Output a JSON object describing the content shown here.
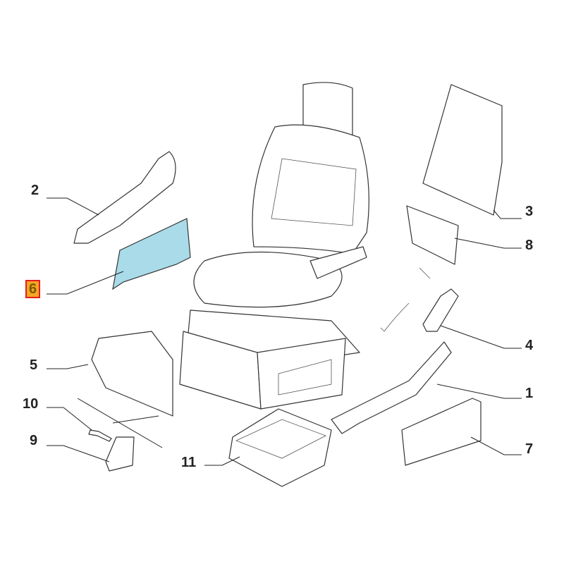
{
  "diagram": {
    "title": "Seat assembly exploded parts view",
    "highlight_color": "#a9dbe8",
    "callouts": [
      {
        "id": "1",
        "label": "1"
      },
      {
        "id": "2",
        "label": "2"
      },
      {
        "id": "3",
        "label": "3"
      },
      {
        "id": "4",
        "label": "4"
      },
      {
        "id": "5",
        "label": "5"
      },
      {
        "id": "6",
        "label": "6",
        "highlighted": true
      },
      {
        "id": "7",
        "label": "7"
      },
      {
        "id": "8",
        "label": "8"
      },
      {
        "id": "9",
        "label": "9"
      },
      {
        "id": "10",
        "label": "10"
      },
      {
        "id": "11",
        "label": "11"
      }
    ]
  }
}
